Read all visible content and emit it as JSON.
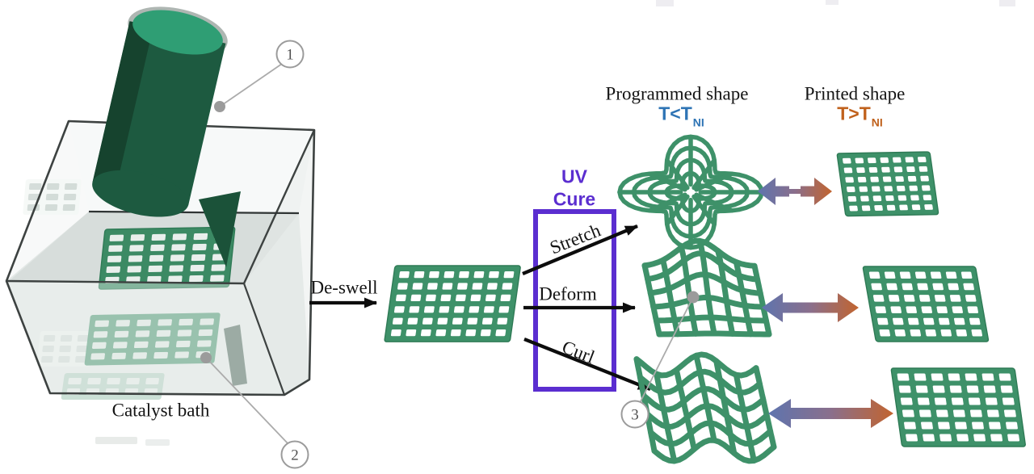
{
  "texts": {
    "catalyst_bath": "Catalyst bath",
    "de_swell": "De-swell",
    "uv_line1": "UV",
    "uv_line2": "Cure",
    "arrow_stretch": "Stretch",
    "arrow_deform": "Deform",
    "arrow_curl": "Curl",
    "programmed_title": "Programmed shape",
    "printed_title": "Printed shape",
    "programmed_temp": "T<T",
    "printed_temp": "T>T",
    "temp_subscript": "NI",
    "callout_1": "1",
    "callout_2": "2",
    "callout_3": "3"
  },
  "colors": {
    "lattice_green": "#3E9169",
    "lattice_green_dark": "#2E7A55",
    "bath_green": "#3C8A64",
    "nozzle_body": "#1D5A40",
    "nozzle_shade": "#16432E",
    "nozzle_top": "#2F9E74",
    "uv_purple": "#5B2ED0",
    "temp_blue": "#2E74B5",
    "temp_orange": "#C0611C",
    "gradient_arrow_blue": "#5E74AE",
    "gradient_arrow_mid": "#8A6F8C",
    "gradient_arrow_orange": "#C2642F",
    "callout_gray": "#9B9B9B",
    "ink_black": "#0D0D0D",
    "box_outline": "#3D4241"
  },
  "grids": {
    "deswell": {
      "cols": 8,
      "rows": 6,
      "cw": 12,
      "ch": 8.2,
      "gx": 6.5,
      "gy": 6.2,
      "pad": 7,
      "fill": "#3E9169",
      "hole": "#FFFFFF",
      "stroke": "#2E7A55"
    },
    "bath_main": {
      "cols": 6,
      "rows": 5,
      "cw": 17,
      "ch": 8,
      "gx": 9,
      "gy": 5,
      "pad": 7,
      "fill": "#3C8A64",
      "hole": "#E9EFEC",
      "stroke": "#2E7A55"
    },
    "bath_lower": {
      "cols": 6,
      "rows": 4,
      "cw": 17,
      "ch": 8,
      "gx": 9,
      "gy": 5.5,
      "pad": 7,
      "fill": "#4A9470",
      "hole": "#DDE7E2",
      "opacity": 0.85
    },
    "bath_faint": {
      "cols": 5,
      "rows": 2,
      "cw": 16,
      "ch": 8,
      "gx": 8,
      "gy": 5,
      "pad": 6,
      "fill": "#7FB49A",
      "hole": "#E3EBE7",
      "opacity": 0.4
    },
    "refl_a": {
      "cols": 3,
      "rows": 3,
      "cw": 15,
      "ch": 8,
      "gx": 7,
      "gy": 5,
      "pad": 5,
      "fill": "#F4F8F6",
      "hole": "#CBD5D1",
      "opacity": 0.8
    },
    "refl_b": {
      "cols": 3,
      "rows": 2,
      "cw": 15,
      "ch": 8,
      "gx": 7,
      "gy": 5,
      "pad": 5,
      "fill": "#F4F8F6",
      "hole": "#CBD5D1",
      "opacity": 0.7
    },
    "refl_c": {
      "cols": 3,
      "rows": 3,
      "cw": 14,
      "ch": 8,
      "gx": 7,
      "gy": 5,
      "pad": 5,
      "fill": "#EFF4F2",
      "hole": "#C5CFCB",
      "opacity": 0.55
    },
    "printed_1": {
      "cols": 7,
      "rows": 6,
      "cw": 10,
      "ch": 6.8,
      "gx": 5.5,
      "gy": 5,
      "pad": 6,
      "fill": "#3E9169",
      "hole": "#FFFFFF",
      "stroke": "#2E7A55"
    },
    "printed_2": {
      "cols": 7,
      "rows": 6,
      "cw": 12.5,
      "ch": 8.5,
      "gx": 6.5,
      "gy": 5.8,
      "pad": 6.5,
      "fill": "#3E9169",
      "hole": "#FFFFFF",
      "stroke": "#2E7A55"
    },
    "printed_3": {
      "cols": 7,
      "rows": 6,
      "cw": 14,
      "ch": 9,
      "gx": 7,
      "gy": 6,
      "pad": 6.5,
      "fill": "#3E9169",
      "hole": "#FFFFFF",
      "stroke": "#2E7A55"
    }
  }
}
